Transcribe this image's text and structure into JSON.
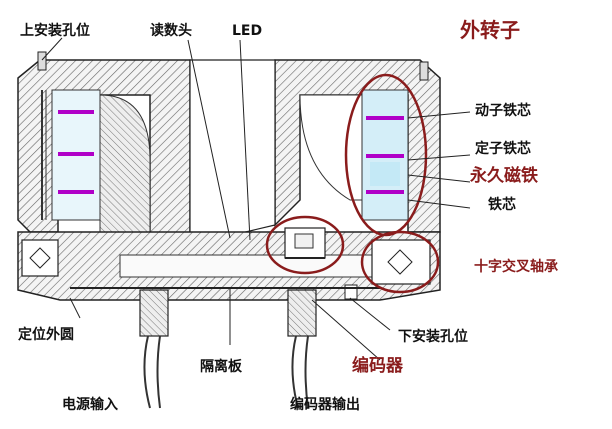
{
  "labels": {
    "upper_mount_hole": "上安装孔位",
    "reader_head": "读数头",
    "led": "LED",
    "outer_rotor": "外转子",
    "rotor_core": "动子铁芯",
    "stator_core": "定子铁芯",
    "permanent_magnet": "永久磁铁",
    "iron_core": "铁芯",
    "cross_roller_bearing": "十字交叉轴承",
    "locating_outer_circle": "定位外圆",
    "lower_mount_hole": "下安装孔位",
    "isolation_plate": "隔离板",
    "encoder": "编码器",
    "power_input": "电源输入",
    "encoder_output": "编码器输出"
  },
  "colors": {
    "hatch": "#555555",
    "magnet": "#b000c8",
    "magnet_glow": "#bfe7f5",
    "highlight_ring": "#8a1c1c",
    "outline": "#222222"
  }
}
